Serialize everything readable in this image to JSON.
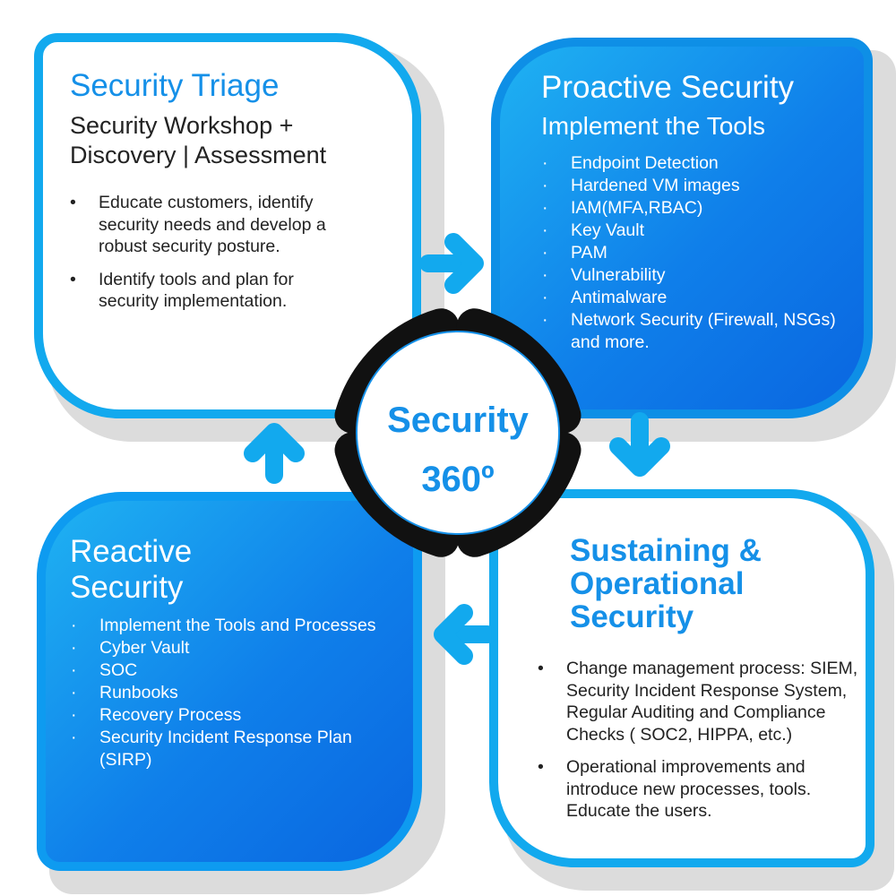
{
  "colors": {
    "light_blue": "#12a9ee",
    "dark_blue": "#0a66e0",
    "title_blue": "#1590e8",
    "ring": "#111111"
  },
  "icons": {
    "arrows": "arrow-icon",
    "bullet": "bullet-icon"
  },
  "center": {
    "line1": "Security",
    "line2": "360º"
  },
  "triage": {
    "title": "Security Triage",
    "subtitle_line1": "Security Workshop +",
    "subtitle_line2": "Discovery | Assessment",
    "items": [
      "Educate customers, identify security needs and develop a robust security posture.",
      "Identify tools and plan for security implementation."
    ]
  },
  "proactive": {
    "title": "Proactive Security",
    "subtitle": "Implement the Tools",
    "items": [
      "Endpoint Detection",
      "Hardened VM images",
      "IAM(MFA,RBAC)",
      "Key Vault",
      "PAM",
      "Vulnerability",
      "Antimalware",
      "Network Security (Firewall, NSGs)"
    ],
    "trailing": "and more."
  },
  "reactive": {
    "title_line1": "Reactive",
    "title_line2": "Security",
    "items": [
      "Implement  the Tools and Processes",
      "Cyber Vault",
      "SOC",
      "Runbooks",
      "Recovery Process",
      "Security Incident Response Plan (SIRP)"
    ]
  },
  "sustaining": {
    "title_line1": "Sustaining &",
    "title_line2": "Operational",
    "title_line3": "Security",
    "items": [
      "Change management process: SIEM, Security Incident Response System, Regular Auditing and Compliance Checks  ( SOC2, HIPPA, etc.)",
      "Operational improvements and introduce new processes, tools.  Educate the users."
    ]
  }
}
